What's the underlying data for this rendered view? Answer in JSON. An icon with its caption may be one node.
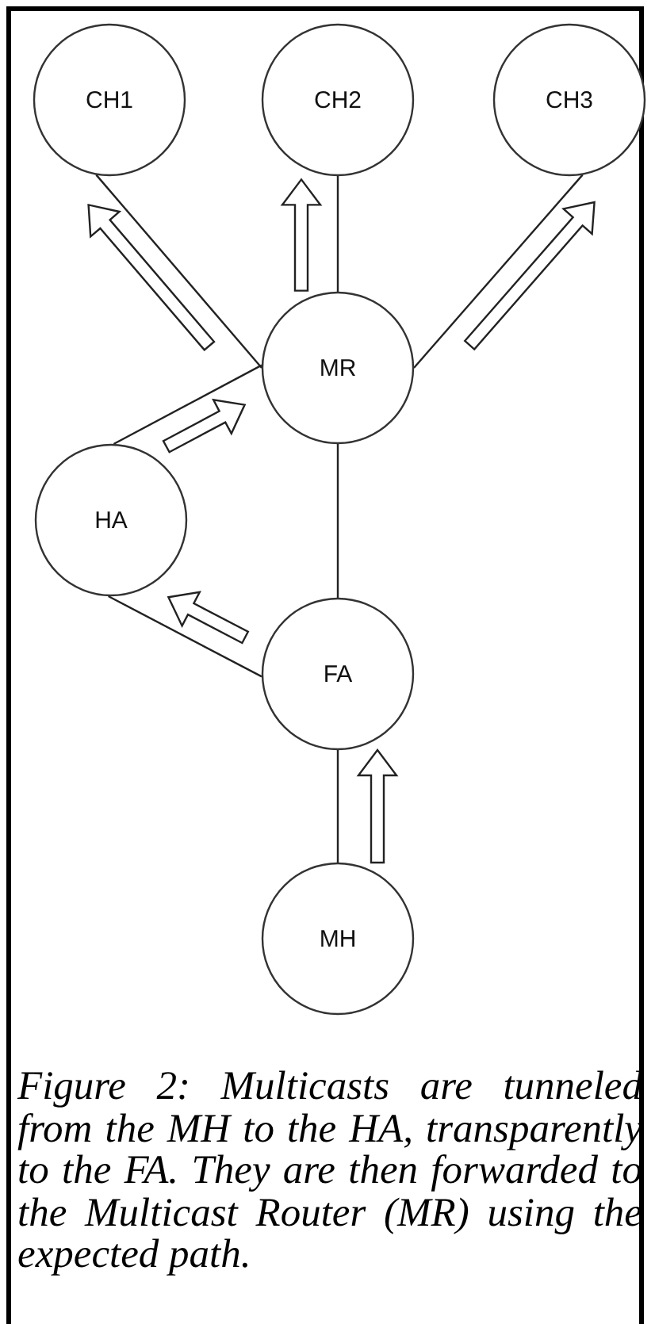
{
  "diagram": {
    "nodes": [
      {
        "text": [
          "CH1"
        ]
      },
      {
        "text": [
          "CH2"
        ]
      },
      {
        "text": [
          "CH3"
        ]
      },
      {
        "text": [
          "MR"
        ]
      },
      {
        "text": [
          "HA"
        ]
      },
      {
        "text": [
          "FA"
        ]
      },
      {
        "text": [
          "MH"
        ]
      }
    ],
    "edges": [
      {
        "from": 3,
        "to": 0,
        "arrow": "none"
      },
      {
        "from": 3,
        "to": 1,
        "arrow": "none"
      },
      {
        "from": 3,
        "to": 2,
        "arrow": "none"
      },
      {
        "from": 4,
        "to": 3,
        "arrow": "none"
      },
      {
        "from": 5,
        "to": 4,
        "arrow": "none"
      },
      {
        "from": 3,
        "to": 5,
        "arrow": "none"
      },
      {
        "from": 6,
        "to": 5,
        "arrow": "none"
      },
      {
        "from": 3,
        "to": 0,
        "arrow": "to",
        "style": "thick"
      },
      {
        "from": 3,
        "to": 1,
        "arrow": "to",
        "style": "thick"
      },
      {
        "from": 3,
        "to": 2,
        "arrow": "to",
        "style": "thick"
      },
      {
        "from": 4,
        "to": 3,
        "arrow": "to",
        "style": "thick"
      },
      {
        "from": 5,
        "to": 4,
        "arrow": "to",
        "style": "thick"
      },
      {
        "from": 6,
        "to": 5,
        "arrow": "to",
        "style": "thick"
      }
    ],
    "caption": "Figure 2: Multicasts are tunneled from the MH to the HA, transparently to the FA. They are then forwarded to the Multicast Router (MR) using the expected path."
  }
}
